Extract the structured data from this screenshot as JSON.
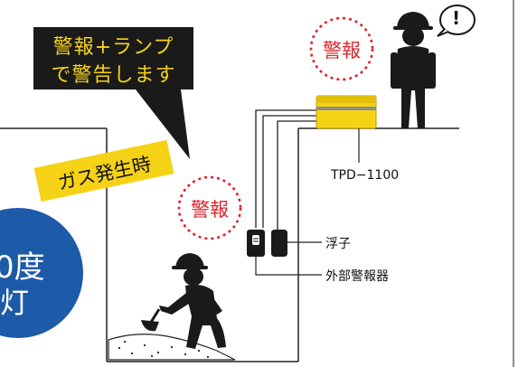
{
  "callout": {
    "line1": "警報+ランプ",
    "line2": "で警告します"
  },
  "banner": {
    "text": "ガス発生時"
  },
  "alarm_labels": {
    "top": "警報",
    "middle": "警報"
  },
  "worker_alert": {
    "symbol": "!"
  },
  "badge": {
    "line1": "0度",
    "line2": "灯"
  },
  "component_labels": {
    "sensor": "TPD−1100",
    "float": "浮子",
    "external_alarm": "外部警報器"
  },
  "colors": {
    "yellow": "#f6d216",
    "alarm_red": "#d9262c",
    "badge_blue": "#1d5aa8",
    "silhouette": "#1a1a1a"
  }
}
